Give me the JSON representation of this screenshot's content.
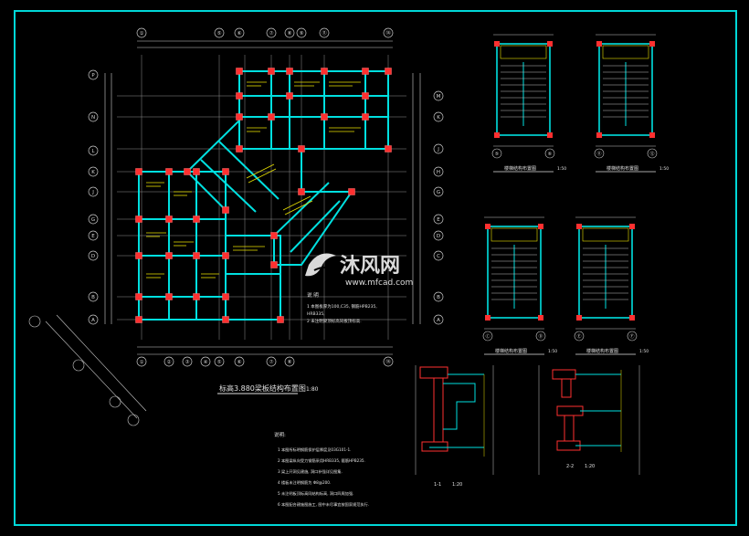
{
  "colors": {
    "frame": "#00d8d8",
    "grid": "#c8c8c8",
    "wall": "#00e0e0",
    "beam": "#e8e000",
    "column": "#ff3030",
    "dim": "#e0e0e0",
    "watermark": "#ffffff"
  },
  "main_plan": {
    "title": "标高3.880梁板结构布置图",
    "scale": "1:80",
    "top_axes": [
      "①",
      "⑤",
      "⑥",
      "⑦",
      "⑧",
      "⑨",
      "⑪",
      "⑭"
    ],
    "bottom_axes": [
      "①",
      "②",
      "③",
      "④",
      "⑤",
      "⑥",
      "⑦",
      "⑧",
      "⑭"
    ],
    "left_axes": [
      "P",
      "N",
      "L",
      "K",
      "J",
      "G",
      "E",
      "D",
      "B",
      "A"
    ],
    "right_axes": [
      "M",
      "K",
      "J",
      "H",
      "G",
      "E",
      "D",
      "C",
      "B",
      "A"
    ],
    "notes_heading": "说 明",
    "notes": [
      "1  本图板厚为100,C35, 钢筋HPB235,",
      "   HRB335,",
      "2  未注明梁顶标高同板顶标高."
    ]
  },
  "general_notes": {
    "heading": "说明:",
    "items": [
      "1  本图所标明钢筋保护层厚度见03G101-1.",
      "2  本图梁纵向受力钢筋采用HRB335, 箍筋HPB235.",
      "3  梁上开洞见建施, 洞口补强详见图集.",
      "4  楼板未注明钢筋为 Φ8@200.",
      "5  未注明板顶标高同结构标高, 洞口四周加强.",
      "6  本图配合建施图施工, 图中未尽事宜按国家规范执行."
    ]
  },
  "stair_plans": [
    {
      "caption": "楼梯结构布置图",
      "axes": [
        "⑤",
        "⑥"
      ],
      "scale": "1:50"
    },
    {
      "caption": "楼梯结构布置图",
      "axes": [
        "⑪",
        "⑫"
      ],
      "scale": "1:50"
    },
    {
      "caption": "楼梯结构布置图",
      "axes": [
        "Ⓒ",
        "Ⓓ"
      ],
      "scale": "1:50"
    },
    {
      "caption": "楼梯结构布置图",
      "axes": [
        "Ⓔ",
        "Ⓕ"
      ],
      "scale": "1:50"
    }
  ],
  "sections": [
    {
      "label": "1-1",
      "scale": "1:20"
    },
    {
      "label": "2-2",
      "scale": "1:20"
    }
  ],
  "watermark": {
    "brand": "沐风网",
    "url": "www.mfcad.com"
  }
}
